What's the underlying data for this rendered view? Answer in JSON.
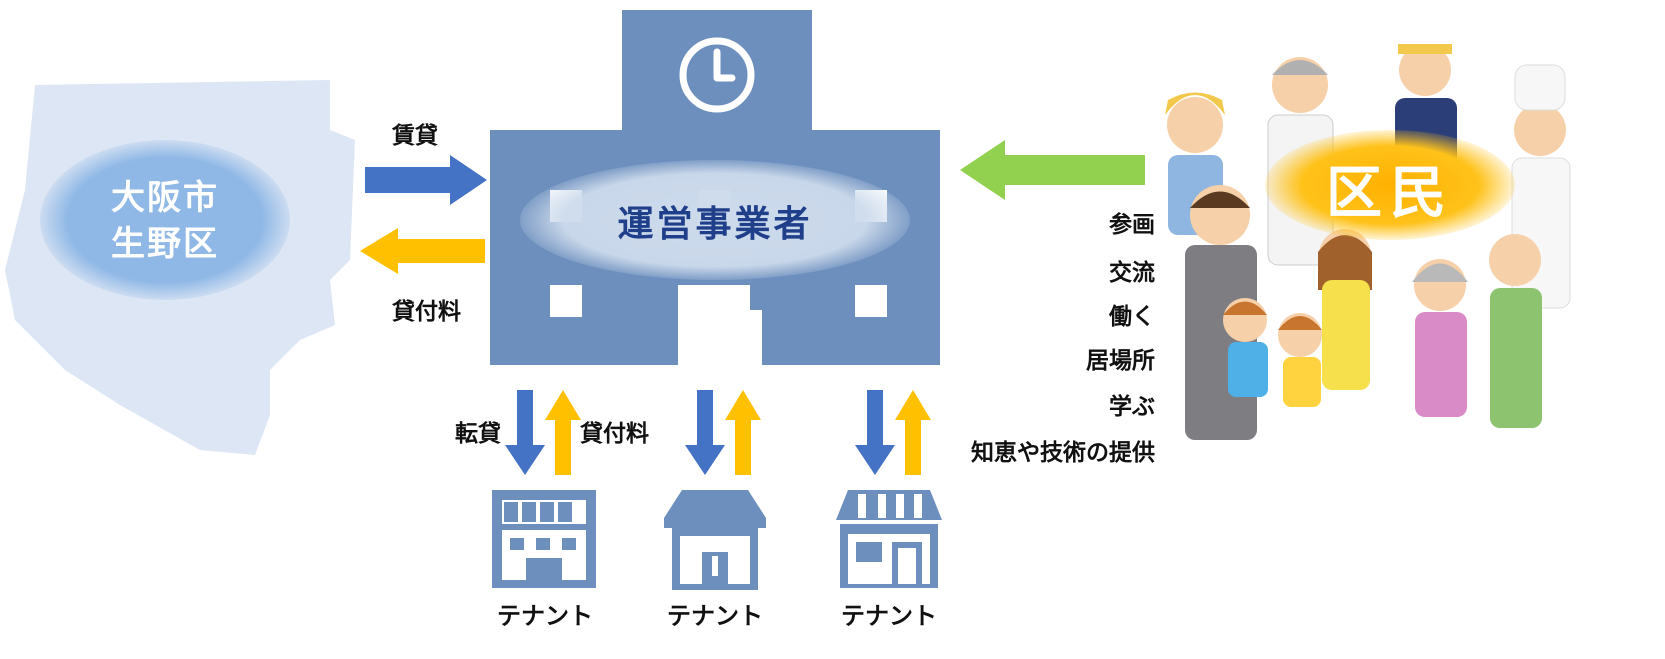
{
  "ward": {
    "name_line1": "大阪市",
    "name_line2": "生野区"
  },
  "operator": {
    "name": "運営事業者"
  },
  "residents": {
    "name": "区民"
  },
  "flows": {
    "lease_label": "賃貸",
    "rent_label": "貸付料",
    "sublease_label": "転貸",
    "tenant_rent_label": "貸付料"
  },
  "tenants": [
    {
      "label": "テナント",
      "icon": "shop-building-icon"
    },
    {
      "label": "テナント",
      "icon": "shop-awning-icon"
    },
    {
      "label": "テナント",
      "icon": "shop-storefront-icon"
    }
  ],
  "activities": [
    "参画",
    "交流",
    "働く",
    "居場所",
    "学ぶ",
    "知恵や技術の提供"
  ],
  "colors": {
    "map": "#dde6f4",
    "building": "#6d8fbe",
    "blue_arrow": "#4472c4",
    "orange_arrow": "#ffc000",
    "green_arrow": "#92d050",
    "operator_text": "#1f3f8a"
  }
}
